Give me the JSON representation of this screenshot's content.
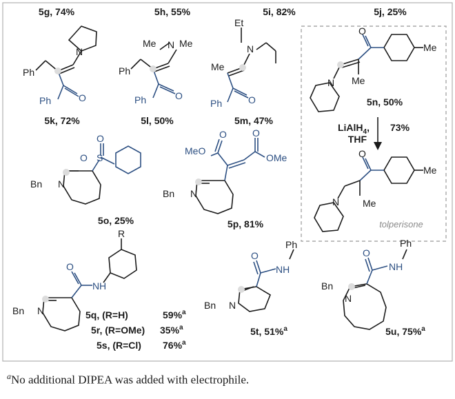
{
  "top_labels": [
    "5g, 74%",
    "5h, 55%",
    "5i, 82%",
    "5j, 25%"
  ],
  "compounds": {
    "k": {
      "label": "5k, 72%",
      "atoms": [
        "Ph",
        "Ph",
        "O",
        "N"
      ]
    },
    "l": {
      "label": "5l, 50%",
      "atoms": [
        "Me",
        "N",
        "Me",
        "Ph",
        "Ph",
        "O"
      ]
    },
    "m": {
      "label": "5m, 47%",
      "atoms": [
        "Et",
        "N",
        "Me",
        "Ph",
        "O"
      ]
    },
    "n": {
      "label": "5n, 50%",
      "atoms": [
        "O",
        "Me",
        "N",
        "Me"
      ]
    },
    "o": {
      "label": "5o, 25%",
      "atoms": [
        "Bn",
        "N",
        "S",
        "O",
        "O"
      ]
    },
    "p": {
      "label": "5p, 81%",
      "atoms": [
        "MeO",
        "O",
        "O",
        "OMe",
        "Bn",
        "N"
      ]
    },
    "q": {
      "label": "5q, (R=H)",
      "yield": "59%",
      "sup": "a"
    },
    "r": {
      "label": "5r, (R=OMe)",
      "yield": "35%",
      "sup": "a"
    },
    "s": {
      "label": "5s, (R=Cl)",
      "yield": "76%",
      "sup": "a"
    },
    "qrs_atoms": [
      "R",
      "O",
      "N",
      "H",
      "Bn",
      "N"
    ],
    "t": {
      "label": "5t, 51%",
      "sup": "a",
      "atoms": [
        "O",
        "Ph",
        "NH",
        "Bn",
        "N"
      ]
    },
    "u": {
      "label": "5u, 75%",
      "sup": "a",
      "atoms": [
        "O",
        "Ph",
        "NH",
        "Bn",
        "N"
      ]
    }
  },
  "reaction": {
    "reagent1": "LiAlH",
    "reagent1_sub": "4",
    "reagent1_tail": ",",
    "reagent2": "THF",
    "yield": "73%",
    "product_atoms": [
      "O",
      "Me",
      "N",
      "Me"
    ],
    "product_name": "tolperisone"
  },
  "footnote": {
    "sup": "a",
    "text": "No additional DIPEA was added with electrophile."
  },
  "colors": {
    "accent": "#2c4f82",
    "text": "#1a1a1a",
    "frame": "#b0b0b0",
    "dashed": "#a8a8a8"
  }
}
